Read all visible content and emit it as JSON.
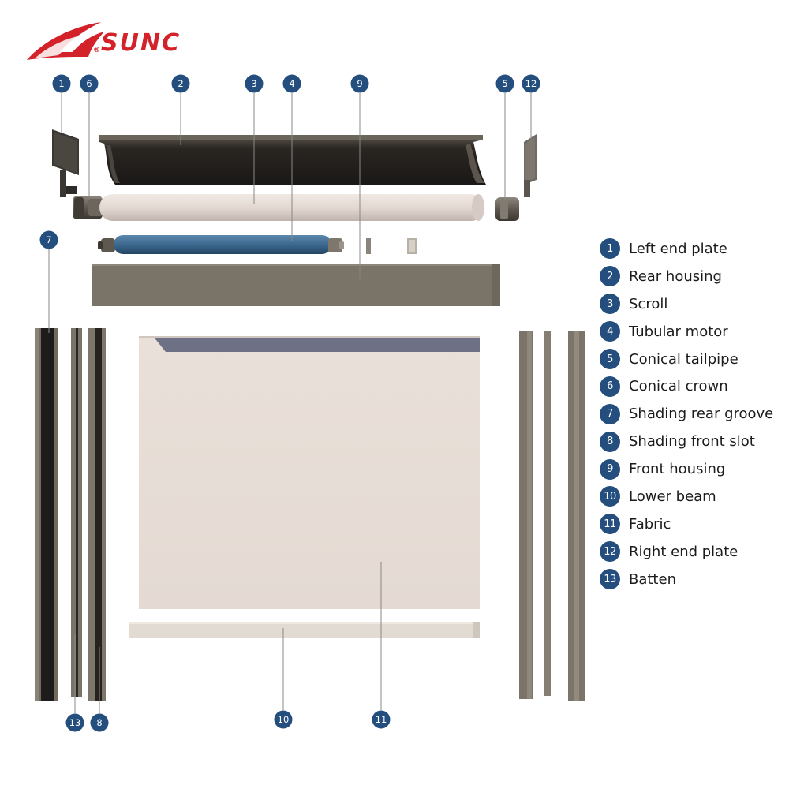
{
  "brand": {
    "name": "SUNC",
    "registered_mark": "®",
    "accent_color": "#d3222a"
  },
  "badge_color": "#234e7e",
  "callouts": [
    "1",
    "6",
    "2",
    "3",
    "4",
    "9",
    "5",
    "12",
    "7",
    "13",
    "8",
    "10",
    "11"
  ],
  "legend": [
    {
      "number": "1",
      "label": "Left end plate"
    },
    {
      "number": "2",
      "label": "Rear housing"
    },
    {
      "number": "3",
      "label": "Scroll"
    },
    {
      "number": "4",
      "label": "Tubular motor"
    },
    {
      "number": "5",
      "label": "Conical tailpipe"
    },
    {
      "number": "6",
      "label": "Conical crown"
    },
    {
      "number": "7",
      "label": "Shading rear groove"
    },
    {
      "number": "8",
      "label": "Shading front slot"
    },
    {
      "number": "9",
      "label": "Front housing"
    },
    {
      "number": "10",
      "label": "Lower beam"
    },
    {
      "number": "11",
      "label": "Fabric"
    },
    {
      "number": "12",
      "label": "Right end plate"
    },
    {
      "number": "13",
      "label": "Batten"
    }
  ],
  "part_colors": {
    "housing": "#7a7368",
    "housing_dark": "#23201d",
    "scroll": "#e3d8d2",
    "motor": "#3f6c93",
    "fabric": "#e6dcd5",
    "fabric_top": "#6e7185",
    "beam": "#e2dbd3",
    "side_frame": "#7c7468"
  }
}
